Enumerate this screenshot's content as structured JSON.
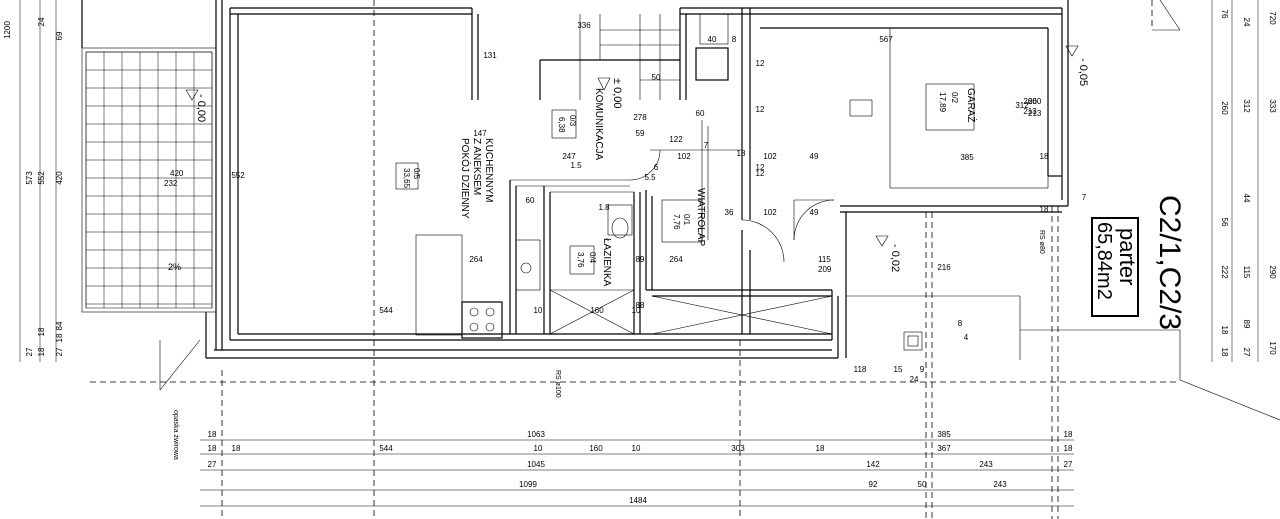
{
  "plan": {
    "unit_label": "C2/1,C2/3",
    "floor": "parter",
    "area": "65,84m2"
  },
  "rooms": {
    "living": {
      "name": "POKÓJ DZIENNY\nZ ANEKSEM\nKUCHENNYM",
      "code": "0/5",
      "area": "33,65"
    },
    "communication": {
      "name": "KOMUNIKACJA",
      "code": "0/3",
      "area": "6,38"
    },
    "bathroom": {
      "name": "ŁAZIENKA",
      "code": "0/4",
      "area": "3,76"
    },
    "windbreak": {
      "name": "WIATROŁAP",
      "code": "0/1",
      "area": "7,76"
    },
    "garage": {
      "name": "GARAŻ",
      "code": "0/2",
      "area": "17,89"
    }
  },
  "levels": {
    "living": "± 0,00",
    "terrace": "- 0,00",
    "garage_ext": "- 0,05",
    "entrance": "- 0,02"
  },
  "labels": {
    "terrace_slope": "2%",
    "rs80": "RS ø80",
    "rs100": "RS ø100",
    "gutter": "opaska żwirowa",
    "window_260": "260",
    "window_213": "213",
    "window_420": "420",
    "window_232": "232",
    "window_115": "115",
    "window_209": "209"
  },
  "dims": {
    "row1": [
      "18",
      "1063",
      "385",
      "18"
    ],
    "row2": [
      "18",
      "18",
      "544",
      "10",
      "160",
      "10",
      "303",
      "18",
      "367",
      "18"
    ],
    "row3": [
      "27",
      "1045",
      "142",
      "243",
      "27"
    ],
    "row4": [
      "1099",
      "92",
      "50",
      "243"
    ],
    "row5": [
      "1484"
    ],
    "left_outer": [
      "1200",
      "573",
      "27"
    ],
    "left_inner": [
      "24",
      "552",
      "18",
      "18"
    ],
    "left_mid": [
      "69",
      "420",
      "84",
      "18",
      "27"
    ],
    "right_outer": [
      "720",
      "333",
      "290",
      "170"
    ],
    "right_mid": [
      "24",
      "312",
      "44",
      "115",
      "89",
      "27"
    ],
    "right_inner": [
      "76",
      "260",
      "56",
      "222",
      "18",
      "18"
    ],
    "interior": [
      "336",
      "567",
      "385",
      "247",
      "102",
      "102",
      "49",
      "18",
      "18",
      "36",
      "102",
      "49",
      "544",
      "160",
      "10",
      "10",
      "60",
      "60",
      "122",
      "147",
      "131",
      "278",
      "264",
      "264",
      "89",
      "88",
      "552",
      "312",
      "260",
      "213",
      "216",
      "118",
      "15",
      "9",
      "24",
      "8",
      "4",
      "12",
      "12",
      "12",
      "40",
      "8",
      "50",
      "12",
      "7",
      "59",
      "1.5",
      "1.8",
      "5.5",
      "6",
      "18",
      "7"
    ]
  },
  "colors": {
    "line": "#000000",
    "background": "#ffffff"
  }
}
